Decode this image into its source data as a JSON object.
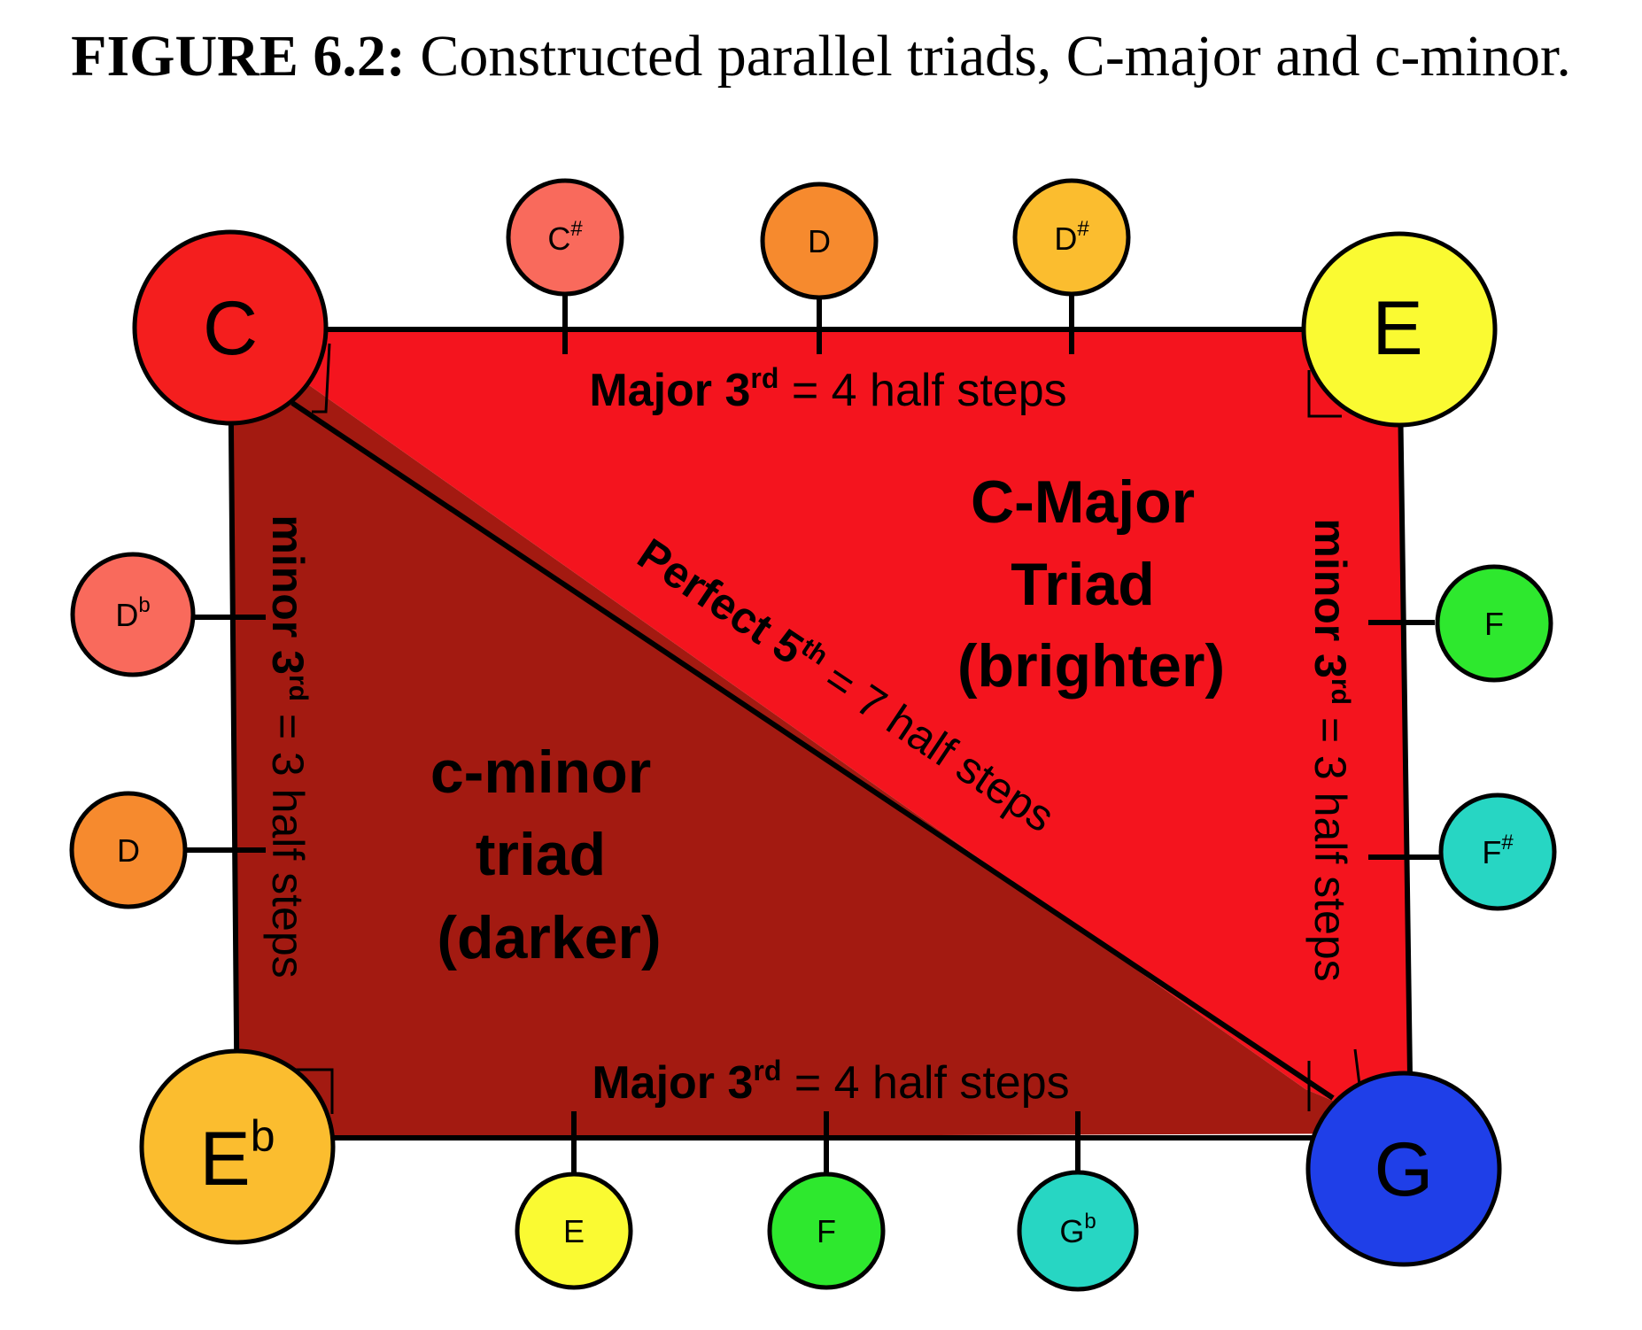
{
  "caption": {
    "label": "FIGURE 6.2:",
    "text": "Constructed parallel triads, C-major and c-minor."
  },
  "colors": {
    "major_region": "#f4141e",
    "minor_region": "#a31a11",
    "outline": "#000000"
  },
  "notes": {
    "C": {
      "base": "C",
      "sup": "",
      "color": "#f41e1e"
    },
    "E_corner": {
      "base": "E",
      "sup": "",
      "color": "#fafa32"
    },
    "Eb_corner": {
      "base": "E",
      "sup": "b",
      "color": "#fbbd2f"
    },
    "G": {
      "base": "G",
      "sup": "",
      "color": "#1f3fe8"
    },
    "Csharp": {
      "base": "C",
      "sup": "#",
      "color": "#f96a5c"
    },
    "D_top": {
      "base": "D",
      "sup": "",
      "color": "#f68a2e"
    },
    "Dsharp": {
      "base": "D",
      "sup": "#",
      "color": "#fbbd2f"
    },
    "Db": {
      "base": "D",
      "sup": "b",
      "color": "#f96a5c"
    },
    "D_left": {
      "base": "D",
      "sup": "",
      "color": "#f68a2e"
    },
    "F_right": {
      "base": "F",
      "sup": "",
      "color": "#2ee82e"
    },
    "Fsharp": {
      "base": "F",
      "sup": "#",
      "color": "#27d6c3"
    },
    "E_bottom": {
      "base": "E",
      "sup": "",
      "color": "#fafa32"
    },
    "F_bottom": {
      "base": "F",
      "sup": "",
      "color": "#2ee82e"
    },
    "Gb": {
      "base": "G",
      "sup": "b",
      "color": "#27d6c3"
    }
  },
  "intervals": {
    "top": {
      "pre": "Major 3",
      "sup": "rd",
      "post": " = 4 half steps"
    },
    "bottom": {
      "pre": "Major 3",
      "sup": "rd",
      "post": " = 4 half steps"
    },
    "left": {
      "pre": "minor 3",
      "sup": "rd",
      "post": " = 3 half steps"
    },
    "right": {
      "pre": "minor 3",
      "sup": "rd",
      "post": " = 3 half steps"
    },
    "diagonal": {
      "pre": "Perfect 5",
      "sup": "th",
      "post": " = 7 half steps"
    }
  },
  "triads": {
    "major": [
      "C-Major",
      "Triad",
      "(brighter)"
    ],
    "minor": [
      "c-minor",
      "triad",
      "(darker)"
    ]
  }
}
